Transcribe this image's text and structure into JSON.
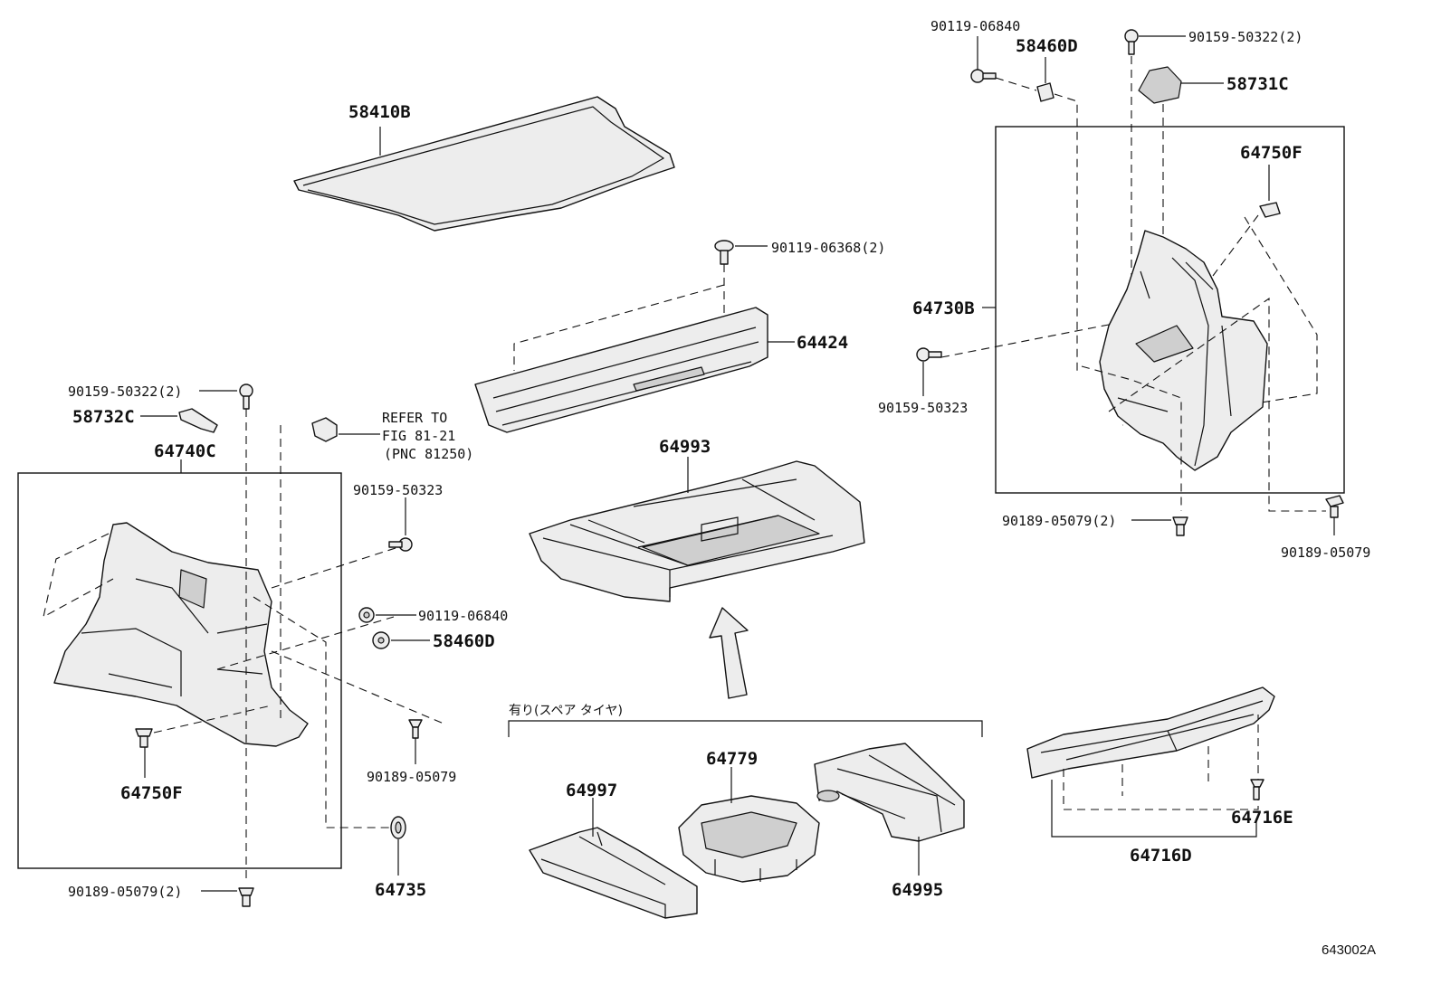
{
  "diagram_id": "643002A",
  "callouts": {
    "c58410B": "58410B",
    "c90119_06368": "90119-06368(2)",
    "c64424": "64424",
    "c90159_50322_l": "90159-50322(2)",
    "c58732C": "58732C",
    "c64740C": "64740C",
    "refer1": "REFER TO",
    "refer2": "FIG 81-21",
    "refer3": "(PNC 81250)",
    "c64993": "64993",
    "c90159_50323_l": "90159-50323",
    "c90119_06840_l": "90119-06840",
    "c58460D_l": "58460D",
    "c90189_05079_m": "90189-05079",
    "c64750F_l": "64750F",
    "c64735": "64735",
    "c90189_05079_2_l": "90189-05079(2)",
    "spare_note": "有り(スペア タイヤ)",
    "c64997": "64997",
    "c64779": "64779",
    "c64995": "64995",
    "c90119_06840_r": "90119-06840",
    "c58460D_r": "58460D",
    "c90159_50322_r": "90159-50322(2)",
    "c58731C": "58731C",
    "c64750F_r": "64750F",
    "c64730B": "64730B",
    "c90159_50323_r": "90159-50323",
    "c90189_05079_2_r": "90189-05079(2)",
    "c90189_05079_r": "90189-05079",
    "c64716D": "64716D",
    "c64716E": "64716E"
  }
}
